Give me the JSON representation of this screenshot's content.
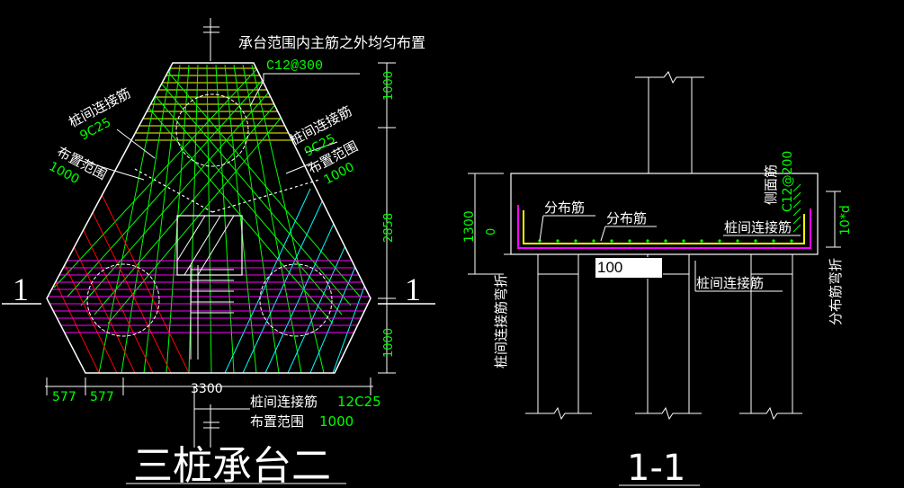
{
  "colors": {
    "background": "#000000",
    "white": "#ffffff",
    "yellow": "#ffff00",
    "green": "#00ff00",
    "magenta": "#ff00ff",
    "red": "#ff0000",
    "cyan": "#00ffff",
    "dimension": "#00ff00"
  },
  "plan": {
    "title": "三桩承台二",
    "section_mark_left": "1",
    "section_mark_right": "1",
    "note_top": "承台范围内主筋之外均匀布置",
    "note_top_spec": "C12@300",
    "left_label": "桩间连接筋",
    "left_spec": "9C25",
    "left_range_label": "布置范围",
    "left_range_value": "1000",
    "right_label": "桩间连接筋",
    "right_spec": "9C25",
    "right_range_label": "布置范围",
    "right_range_value": "1000",
    "bottom_label": "桩间连接筋",
    "bottom_spec": "12C25",
    "bottom_range_label": "布置范围",
    "bottom_range_value": "1000",
    "dims_vertical": [
      "1000",
      "2858",
      "1000"
    ],
    "dims_horizontal": [
      "577",
      "577",
      "3300"
    ]
  },
  "section": {
    "title": "1-1",
    "dist_bar_1": "分布筋",
    "dist_bar_2": "分布筋",
    "pile_tie_1": "桩间连接筋",
    "pile_tie_2": "桩间连接筋",
    "side_bar": "侧面筋",
    "side_spec": "C12@200",
    "bend_note": "10*d",
    "dim_height": "1300",
    "dim_zero": "0",
    "tie_bend": "桩间连接筋弯折",
    "dist_bend": "分布筋弯折",
    "edit_value": "100"
  }
}
